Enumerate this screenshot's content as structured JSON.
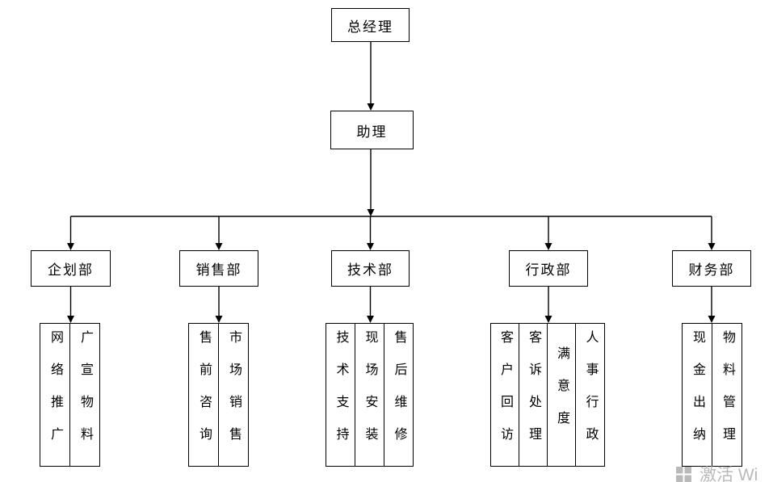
{
  "chart": {
    "root": "总经理",
    "assistant": "助理",
    "departments": [
      {
        "label": "企划部",
        "subs": [
          "网络推广",
          "广宣物料"
        ]
      },
      {
        "label": "销售部",
        "subs": [
          "售前咨询",
          "市场销售"
        ]
      },
      {
        "label": "技术部",
        "subs": [
          "技术支持",
          "现场安装",
          "售后维修"
        ]
      },
      {
        "label": "行政部",
        "subs": [
          "客户回访",
          "客诉处理",
          "满意度",
          "人事行政"
        ]
      },
      {
        "label": "财务部",
        "subs": [
          "现金出纳",
          "物料管理"
        ]
      }
    ]
  },
  "watermark": {
    "text": "激活 Wi",
    "icon": "windows-logo-icon",
    "color": "#b9b9b9"
  },
  "colors": {
    "background": "#ffffff",
    "line": "#000000",
    "text": "#000000"
  }
}
